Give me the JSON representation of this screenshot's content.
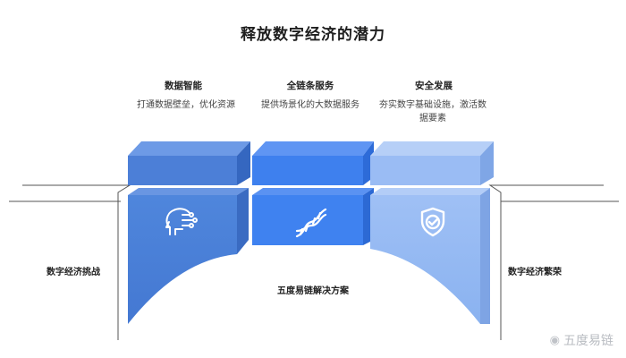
{
  "title": "释放数字经济的潜力",
  "columns": [
    {
      "name": "数据智能",
      "desc": "打通数据壁垒，优化资源",
      "icon": "brain-circuit-icon"
    },
    {
      "name": "全链条服务",
      "desc": "提供场景化的大数据服务",
      "icon": "dna-chain-icon"
    },
    {
      "name": "安全发展",
      "desc": "夯实数字基础设施，激活数据要素",
      "icon": "shield-check-icon"
    }
  ],
  "left_label": "数字经济挑战",
  "right_label": "数字经济繁荣",
  "center_label": "五度易链解决方案",
  "watermark": "五度易链",
  "colors": {
    "left": "#4b7fd6",
    "middle": "#3f82f0",
    "right": "#8fb5f2",
    "line": "#555555"
  }
}
